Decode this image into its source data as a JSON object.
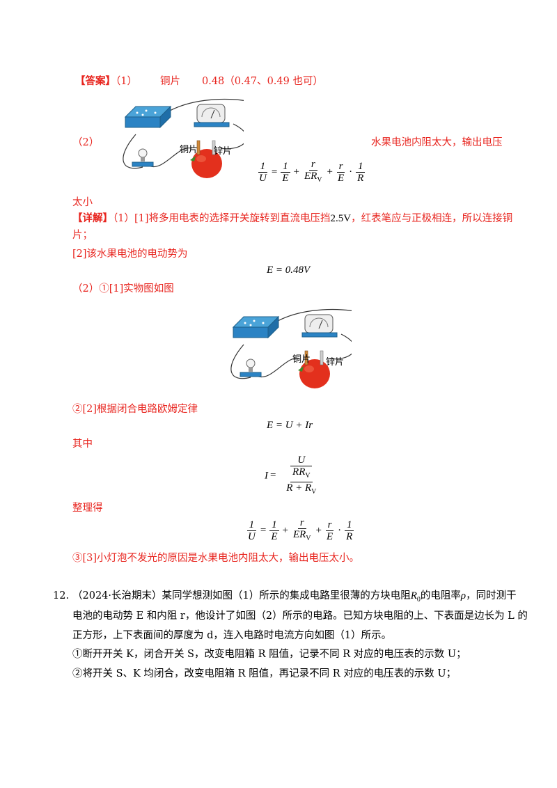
{
  "answer": {
    "label": "【答案】",
    "part1": "（1）",
    "copper": "铜片",
    "value": "0.48（0.47、0.49 也可）",
    "part2": "（2）",
    "reason_a": "水果电池内阻太大，输出电压",
    "reason_b": "太小"
  },
  "figure": {
    "label_copper": "铜片",
    "label_zinc": "锌片"
  },
  "detail": {
    "label": "【详解】",
    "line1_a": "（1）[1]将多用电表的选择开关旋转到直流电压挡",
    "line1_val": "2.5V",
    "line1_b": "，红表笔应与正极相连，所以连接铜",
    "line2": "片；",
    "line3": "[2]该水果电池的电动势为",
    "eq1": "E = 0.48V",
    "line4": "（2）①[1]实物图如图",
    "line5": "②[2]根据闭合电路欧姆定律",
    "eq2": "E = U + Ir",
    "line6": "其中",
    "line7": "整理得",
    "line8": "③[3]小灯泡不发光的原因是水果电池内阻太大，输出电压太小。"
  },
  "question": {
    "number": "12.",
    "line1_a": "（2024·长治期末）某同学想测如图（1）所示的集成电路里很薄的方块电阻",
    "line1_b": "的电阻率",
    "line1_c": "，同时测干",
    "line2": "电池的电动势 E 和内阻 r，他设计了如图（2）所示的电路。已知方块电阻的上、下表面是边长为 L 的",
    "line3": "正方形，上下表面间的厚度为 d，连入电路时电流方向如图（1）所示。",
    "line4": "①断开开关 K，闭合开关 S，改变电阻箱 R 阻值，记录不同 R 对应的电压表的示数 U；",
    "line5": "②将开关 S、K 均闭合，改变电阻箱 R 阻值，再记录不同 R 对应的电压表的示数 U；"
  }
}
